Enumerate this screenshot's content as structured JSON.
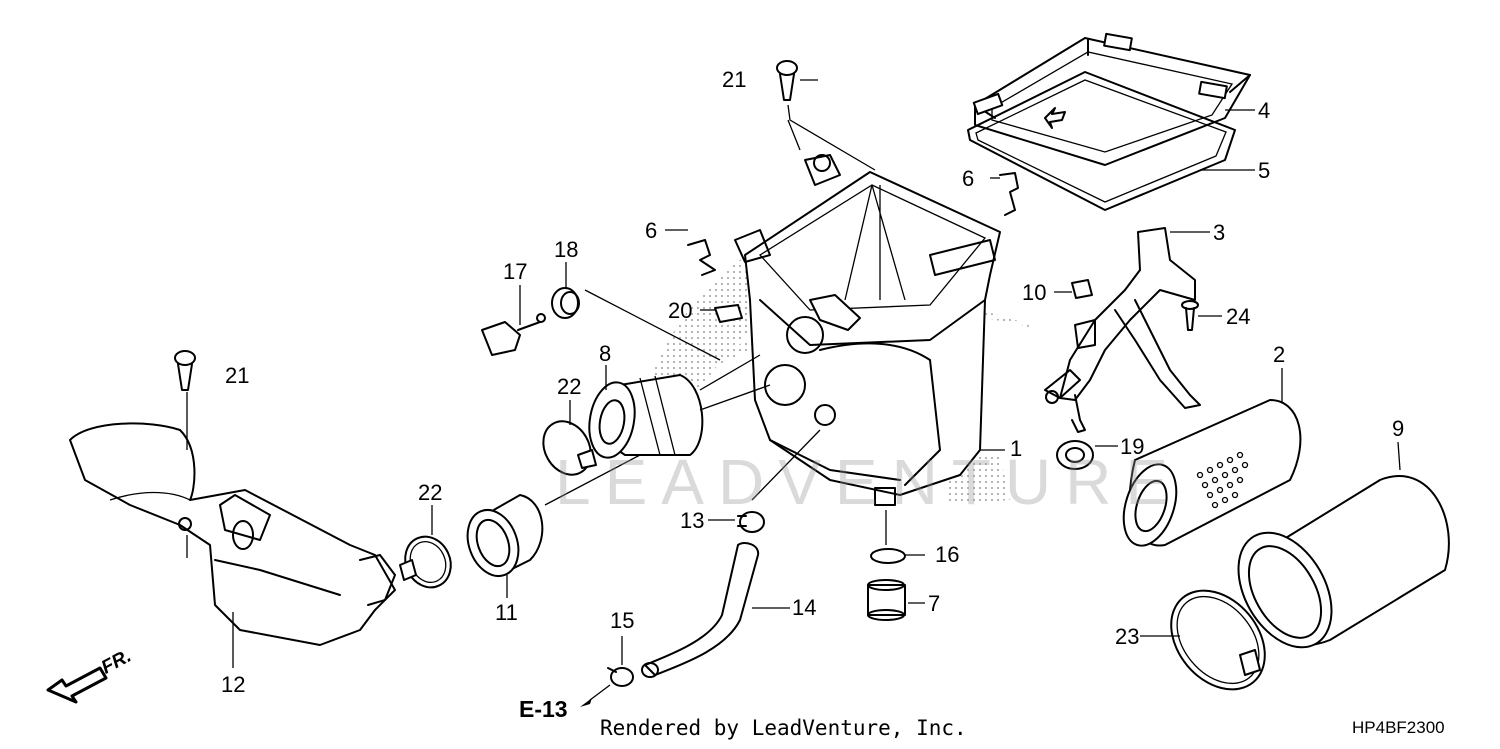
{
  "watermark": "LEADVENTURE",
  "footer": {
    "rendered_by": "Rendered by LeadVenture, Inc.",
    "diagram_code": "HP4BF2300"
  },
  "references": {
    "e13": "E-13",
    "front": "FR."
  },
  "callouts": {
    "c1": "1",
    "c2": "2",
    "c3": "3",
    "c4": "4",
    "c5": "5",
    "c6a": "6",
    "c6b": "6",
    "c7": "7",
    "c8": "8",
    "c9": "9",
    "c10": "10",
    "c11": "11",
    "c12": "12",
    "c13": "13",
    "c14": "14",
    "c15": "15",
    "c16": "16",
    "c17": "17",
    "c18": "18",
    "c19": "19",
    "c20": "20",
    "c21a": "21",
    "c21b": "21",
    "c22a": "22",
    "c22b": "22",
    "c23": "23",
    "c24": "24"
  }
}
